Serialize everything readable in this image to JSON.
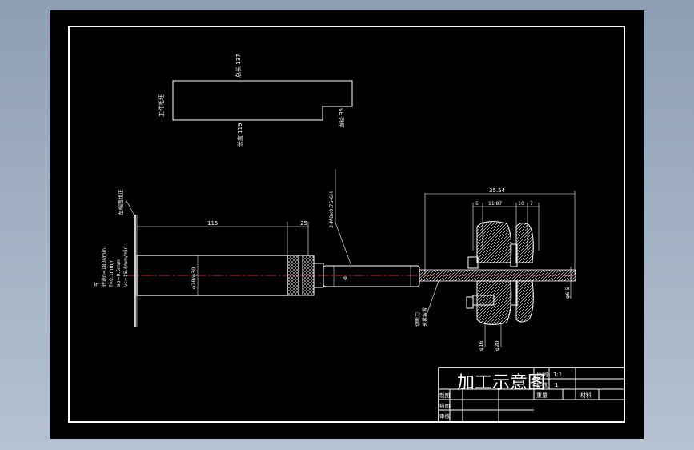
{
  "colors": {
    "background": "#a0aec2",
    "paper": "#000000",
    "line": "#ffffff",
    "centerline": "#ff4444",
    "dimension": "#ffffff"
  },
  "stock_sketch": {
    "top_label": "总长 137",
    "left_label": "工件毛坯",
    "bottom_label": "长度 119",
    "right_label": "直径 35"
  },
  "fixture": {
    "vertical_label": "左端面找正",
    "side_notes": [
      "车",
      "转速n=180r/min",
      "f=0.1mm/r",
      "ap=0.5mm",
      "vc=15.4mm/min"
    ],
    "dim_length": "115",
    "dim_step": "25",
    "dim_diameter": "φ28/φ30",
    "thread_callout": "2-M8x0.75-6H",
    "phi_small": "φ",
    "part_callout": [
      "切断刀",
      "夹紧装置"
    ]
  },
  "detail": {
    "dim_total": "35.54",
    "dim_segments": [
      "6",
      "11.87",
      "10",
      "7"
    ],
    "dim_right": "φ6.5",
    "dim_bottom": [
      "φ16",
      "φ20"
    ]
  },
  "title_block": {
    "title": "加工示意图",
    "scale_label": "比例",
    "scale_value": "1:1",
    "qty_label": "件数",
    "qty_value": "1",
    "weight_label": "重量",
    "material_label": "材料",
    "designer_label": "制图",
    "checker_label": "描图",
    "reviewer_label": "审核"
  }
}
